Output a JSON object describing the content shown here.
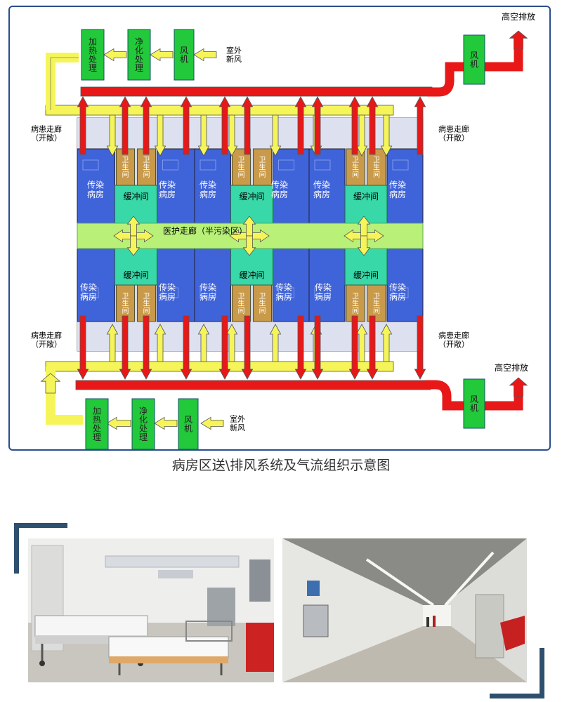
{
  "caption": "病房区送\\排风系统及气流组织示意图",
  "colors": {
    "supply": "#f5f55a",
    "exhaust": "#e81818",
    "equipment": "#22c93a",
    "ward": "#3f63d8",
    "buffer": "#38d8a8",
    "toilet": "#c89a4a",
    "corridor": "#b8f078",
    "frame": "#2a4e8c"
  },
  "labels": {
    "high_exhaust": "高空排放",
    "outdoor_air": "室外\n新风",
    "fan": "风机",
    "purify": "净化处理",
    "heat": "加热处理",
    "patient_corridor": "病患走廊\n（开敞）",
    "ward": "传染\n病房",
    "buffer": "缓冲间",
    "toilet": "卫生间",
    "medical_corridor": "医护走廊（半污染区）",
    "medical_corridor_ghost": "半污染区"
  }
}
